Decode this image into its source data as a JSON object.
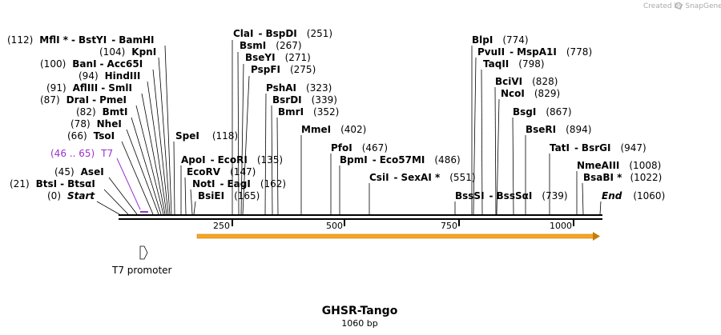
{
  "credit": "Created by SnapGene",
  "title": "GHSR-Tango",
  "length_label": "1060 bp",
  "ticks": [
    "250",
    "500",
    "750",
    "1000"
  ],
  "feature": {
    "name": "T7 promoter"
  },
  "primer": {
    "range": "(46 .. 65)",
    "name": "T7"
  },
  "sites": [
    {
      "group": [
        "MflI *",
        "BstYI",
        "BamHI"
      ],
      "pos": "(112)"
    },
    {
      "group": [
        "KpnI"
      ],
      "pos": "(104)"
    },
    {
      "group": [
        "BanI",
        "Acc65I"
      ],
      "pos": "(100)"
    },
    {
      "group": [
        "HindIII"
      ],
      "pos": "(94)"
    },
    {
      "group": [
        "AflIII",
        "SmlI"
      ],
      "pos": "(91)"
    },
    {
      "group": [
        "DraI",
        "PmeI"
      ],
      "pos": "(87)"
    },
    {
      "group": [
        "BmtI"
      ],
      "pos": "(82)"
    },
    {
      "group": [
        "NheI"
      ],
      "pos": "(78)"
    },
    {
      "group": [
        "TsoI"
      ],
      "pos": "(66)"
    },
    {
      "group": [
        "AseI"
      ],
      "pos": "(45)"
    },
    {
      "group": [
        "BtsI",
        "BtsαI"
      ],
      "pos": "(21)"
    },
    {
      "group": [
        "Start"
      ],
      "pos": "(0)"
    },
    {
      "group": [
        "SpeI"
      ],
      "pos": "(118)"
    },
    {
      "group": [
        "ApoI",
        "EcoRI"
      ],
      "pos": "(135)"
    },
    {
      "group": [
        "EcoRV"
      ],
      "pos": "(147)"
    },
    {
      "group": [
        "NotI",
        "EagI"
      ],
      "pos": "(162)"
    },
    {
      "group": [
        "BsiEI"
      ],
      "pos": "(165)"
    },
    {
      "group": [
        "ClaI",
        "BspDI"
      ],
      "pos": "(251)"
    },
    {
      "group": [
        "BsmI"
      ],
      "pos": "(267)"
    },
    {
      "group": [
        "BseYI"
      ],
      "pos": "(271)"
    },
    {
      "group": [
        "PspFI"
      ],
      "pos": "(275)"
    },
    {
      "group": [
        "PshAI"
      ],
      "pos": "(323)"
    },
    {
      "group": [
        "BsrDI"
      ],
      "pos": "(339)"
    },
    {
      "group": [
        "BmrI"
      ],
      "pos": "(352)"
    },
    {
      "group": [
        "MmeI"
      ],
      "pos": "(402)"
    },
    {
      "group": [
        "PfoI"
      ],
      "pos": "(467)"
    },
    {
      "group": [
        "BpmI",
        "Eco57MI"
      ],
      "pos": "(486)"
    },
    {
      "group": [
        "CsiI",
        "SexAI *"
      ],
      "pos": "(551)"
    },
    {
      "group": [
        "BlpI"
      ],
      "pos": "(774)"
    },
    {
      "group": [
        "PvuII",
        "MspA1I"
      ],
      "pos": "(778)"
    },
    {
      "group": [
        "TaqII"
      ],
      "pos": "(798)"
    },
    {
      "group": [
        "BciVI"
      ],
      "pos": "(828)"
    },
    {
      "group": [
        "NcoI"
      ],
      "pos": "(829)"
    },
    {
      "group": [
        "BsgI"
      ],
      "pos": "(867)"
    },
    {
      "group": [
        "BseRI"
      ],
      "pos": "(894)"
    },
    {
      "group": [
        "TatI",
        "BsrGI"
      ],
      "pos": "(947)"
    },
    {
      "group": [
        "NmeAIII"
      ],
      "pos": "(1008)"
    },
    {
      "group": [
        "BsaBI *"
      ],
      "pos": "(1022)"
    },
    {
      "group": [
        "End"
      ],
      "pos": "(1060)"
    },
    {
      "group": [
        "BssSI",
        "BssSαI"
      ],
      "pos": "(739)"
    }
  ]
}
